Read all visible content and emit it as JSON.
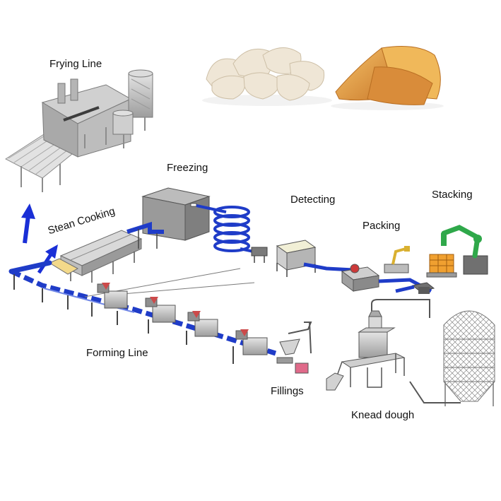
{
  "labels": {
    "frying_line": "Frying Line",
    "freezing": "Freezing",
    "detecting": "Detecting",
    "stacking": "Stacking",
    "packing": "Packing",
    "steam_cooking": "Stean Cooking",
    "forming_line": "Forming Line",
    "fillings": "Fillings",
    "knead_dough": "Knead dough"
  },
  "colors": {
    "conveyor": "#1f3cc8",
    "conveyor_light": "#6f86e6",
    "arrow": "#1a2fd6",
    "machine_gray": "#b9b9b9",
    "machine_dark": "#6d6d6d",
    "robot_green": "#2fa84a",
    "carton_orange": "#f0a030",
    "dumpling": "#efe6d6",
    "pastry": "#e6a24a"
  }
}
